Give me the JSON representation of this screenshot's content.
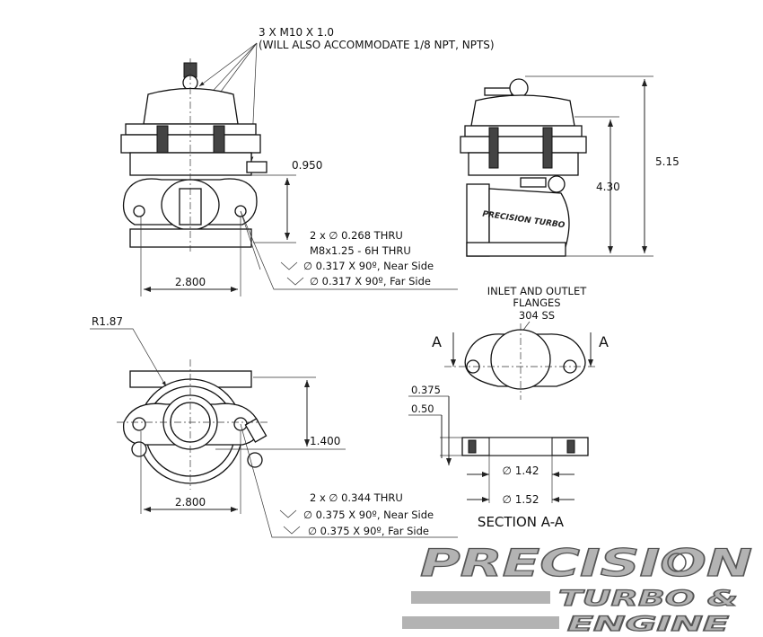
{
  "top_callout": {
    "line1": "3 X M10 X 1.0",
    "line2": "(WILL ALSO ACCOMMODATE 1/8 NPT, NPTS)"
  },
  "front_view": {
    "dim_height": "0.950",
    "dim_width": "2.800",
    "hole_note": [
      "2 x ∅ 0.268 THRU",
      "M8x1.25 - 6H THRU",
      "∅ 0.317 X 90º, Near Side",
      "∅ 0.317 X 90º, Far Side"
    ]
  },
  "side_view": {
    "dim_overall": "5.15",
    "dim_body": "4.30",
    "body_logo": "PRECISION TURBO"
  },
  "bottom_view": {
    "radius": "R1.87",
    "dim_offset": "1.400",
    "dim_width": "2.800",
    "hole_note": [
      "2 x ∅ 0.344 THRU",
      "∅ 0.375 X 90º, Near Side",
      "∅ 0.375 X 90º, Far Side"
    ]
  },
  "flange_view": {
    "title": [
      "INLET AND OUTLET",
      "FLANGES",
      "304 SS"
    ],
    "section_marker": "A",
    "dim_thickness_1": "0.375",
    "dim_thickness_2": "0.50",
    "dim_inner": "∅ 1.42",
    "dim_outer": "∅ 1.52",
    "section_label": "SECTION A-A"
  },
  "logo": {
    "line1": "PRECISION",
    "line2": "TURBO &",
    "line3": "ENGINE"
  }
}
